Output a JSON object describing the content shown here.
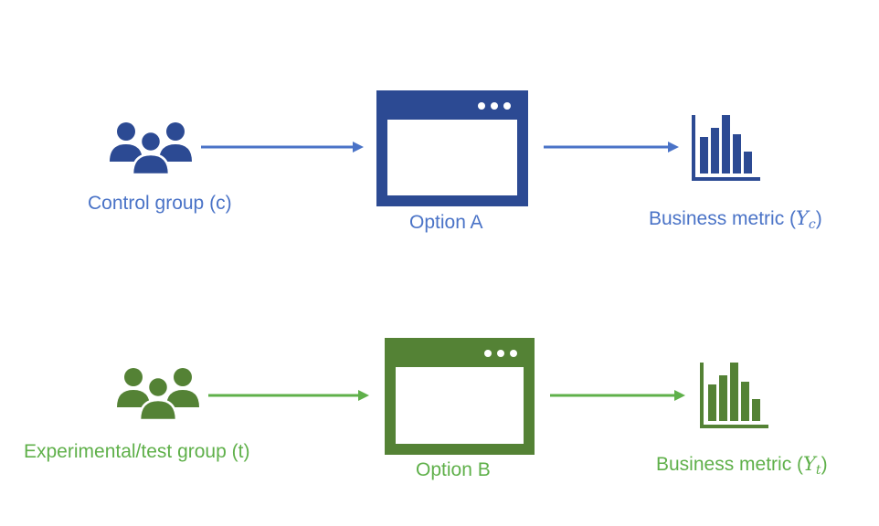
{
  "colors": {
    "blue_icon": "#2c4a93",
    "blue_text": "#4a73c7",
    "blue_arrow": "#4a73c7",
    "green_icon": "#548235",
    "green_text": "#5fb04a",
    "green_arrow": "#5fb04a"
  },
  "rows": [
    {
      "group_label": "Control group (c)",
      "option_label": "Option A",
      "metric_label_prefix": "Business metric (",
      "metric_symbol": "Y",
      "metric_subscript": "c",
      "metric_label_suffix": ")"
    },
    {
      "group_label": "Experimental/test group (t)",
      "option_label": "Option B",
      "metric_label_prefix": "Business metric (",
      "metric_symbol": "Y",
      "metric_subscript": "t",
      "metric_label_suffix": ")"
    }
  ],
  "icons": {
    "group": "people-group-icon",
    "window": "browser-window-icon",
    "metric": "bar-chart-icon"
  }
}
